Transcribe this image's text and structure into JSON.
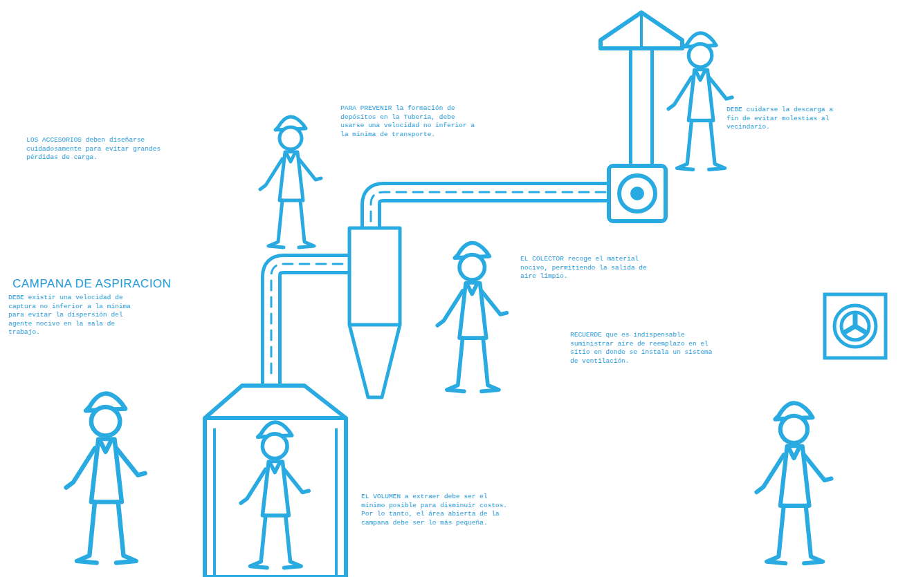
{
  "diagram": {
    "labels": [
      "PARA PREVENIR la formación de depósitos en la Tubería, debe usarse una velocidad no inferior a la mínima de transporte.",
      "DEBE cuidarse la descarga a fin de evitar molestias al vecindario.",
      "LOS ACCESORIOS deben diseñarse cuidadosamente para evitar grandes pérdidas de carga.",
      "EL COLECTOR recoge el material nocivo, permitiendo la salida de aire limpio.",
      "CAMPANA DE ASPIRACION",
      "DEBE existir una velocidad de captura no inferior a la mínima para evitar la dispersión del agente nocivo en la sala de trabajo.",
      "RECUERDE que es indispensable suministrar aire de reemplazo en el sitio en donde se instala un sistema de ventilación.",
      "EL VOLUMEN a extraer debe ser el mínimo posible para disminuir costos. Por lo tanto, el área abierta de la campana debe ser lo más pequeña."
    ]
  }
}
